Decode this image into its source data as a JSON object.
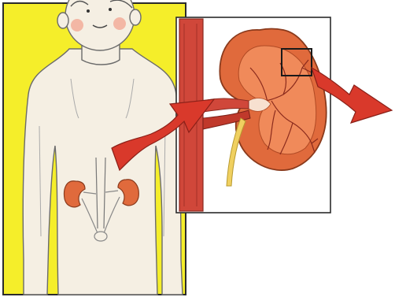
{
  "colors": {
    "panel_background": "#f5ee2a",
    "panel_border": "#2b2b2b",
    "skin": "#f5efe3",
    "outline": "#555555",
    "kidney": "#e06a3c",
    "kidney_dark": "#c0392b",
    "vessel_red": "#c0392b",
    "arrow_red": "#d9392b",
    "ureter_yellow": "#f0d060",
    "inset_background": "#ffffff",
    "cheek": "#f2a08a"
  },
  "figure": {
    "parts": [
      "body",
      "head",
      "kidneys",
      "aorta",
      "vena-cava",
      "ureters",
      "bladder"
    ]
  },
  "inset": {
    "parts": [
      "kidney-cross-section",
      "renal-artery",
      "renal-vein",
      "ureter",
      "blood-vessel",
      "detail-square"
    ]
  },
  "arrows": [
    "body-to-inset-arrow",
    "inset-to-outside-arrow"
  ]
}
